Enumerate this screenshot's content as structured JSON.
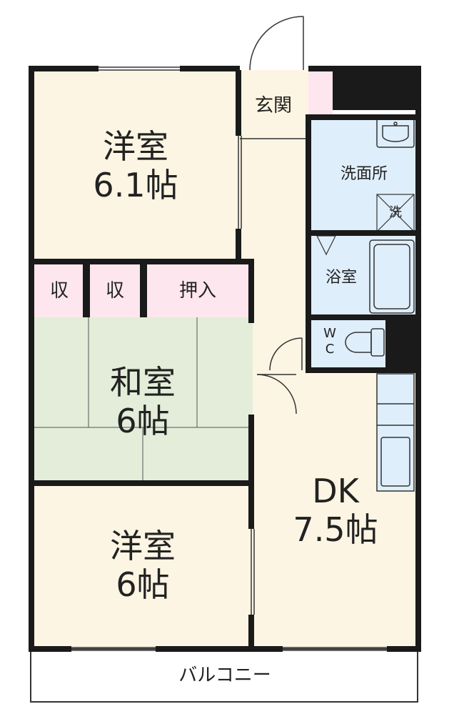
{
  "rooms": {
    "western_room_1": {
      "name": "洋室",
      "size": "6.1帖"
    },
    "entrance": {
      "name": "玄関"
    },
    "washroom": {
      "name": "洗面所"
    },
    "washer_mark": {
      "name": "洗"
    },
    "bathroom": {
      "name": "浴室"
    },
    "toilet": {
      "line1": "W",
      "line2": "C"
    },
    "storage_1": {
      "name": "収"
    },
    "storage_2": {
      "name": "収"
    },
    "closet": {
      "name": "押入"
    },
    "japanese_room": {
      "name": "和室",
      "size": "6帖"
    },
    "western_room_2": {
      "name": "洋室",
      "size": "6帖"
    },
    "dining_kitchen": {
      "name": "DK",
      "size": "7.5帖"
    },
    "balcony": {
      "name": "バルコニー"
    }
  },
  "colors": {
    "wall": "#1a1a1a",
    "western_floor": "#fdf5e3",
    "tatami": "#e3edd9",
    "storage": "#fde6ee",
    "wet_area": "#dfeefb"
  }
}
